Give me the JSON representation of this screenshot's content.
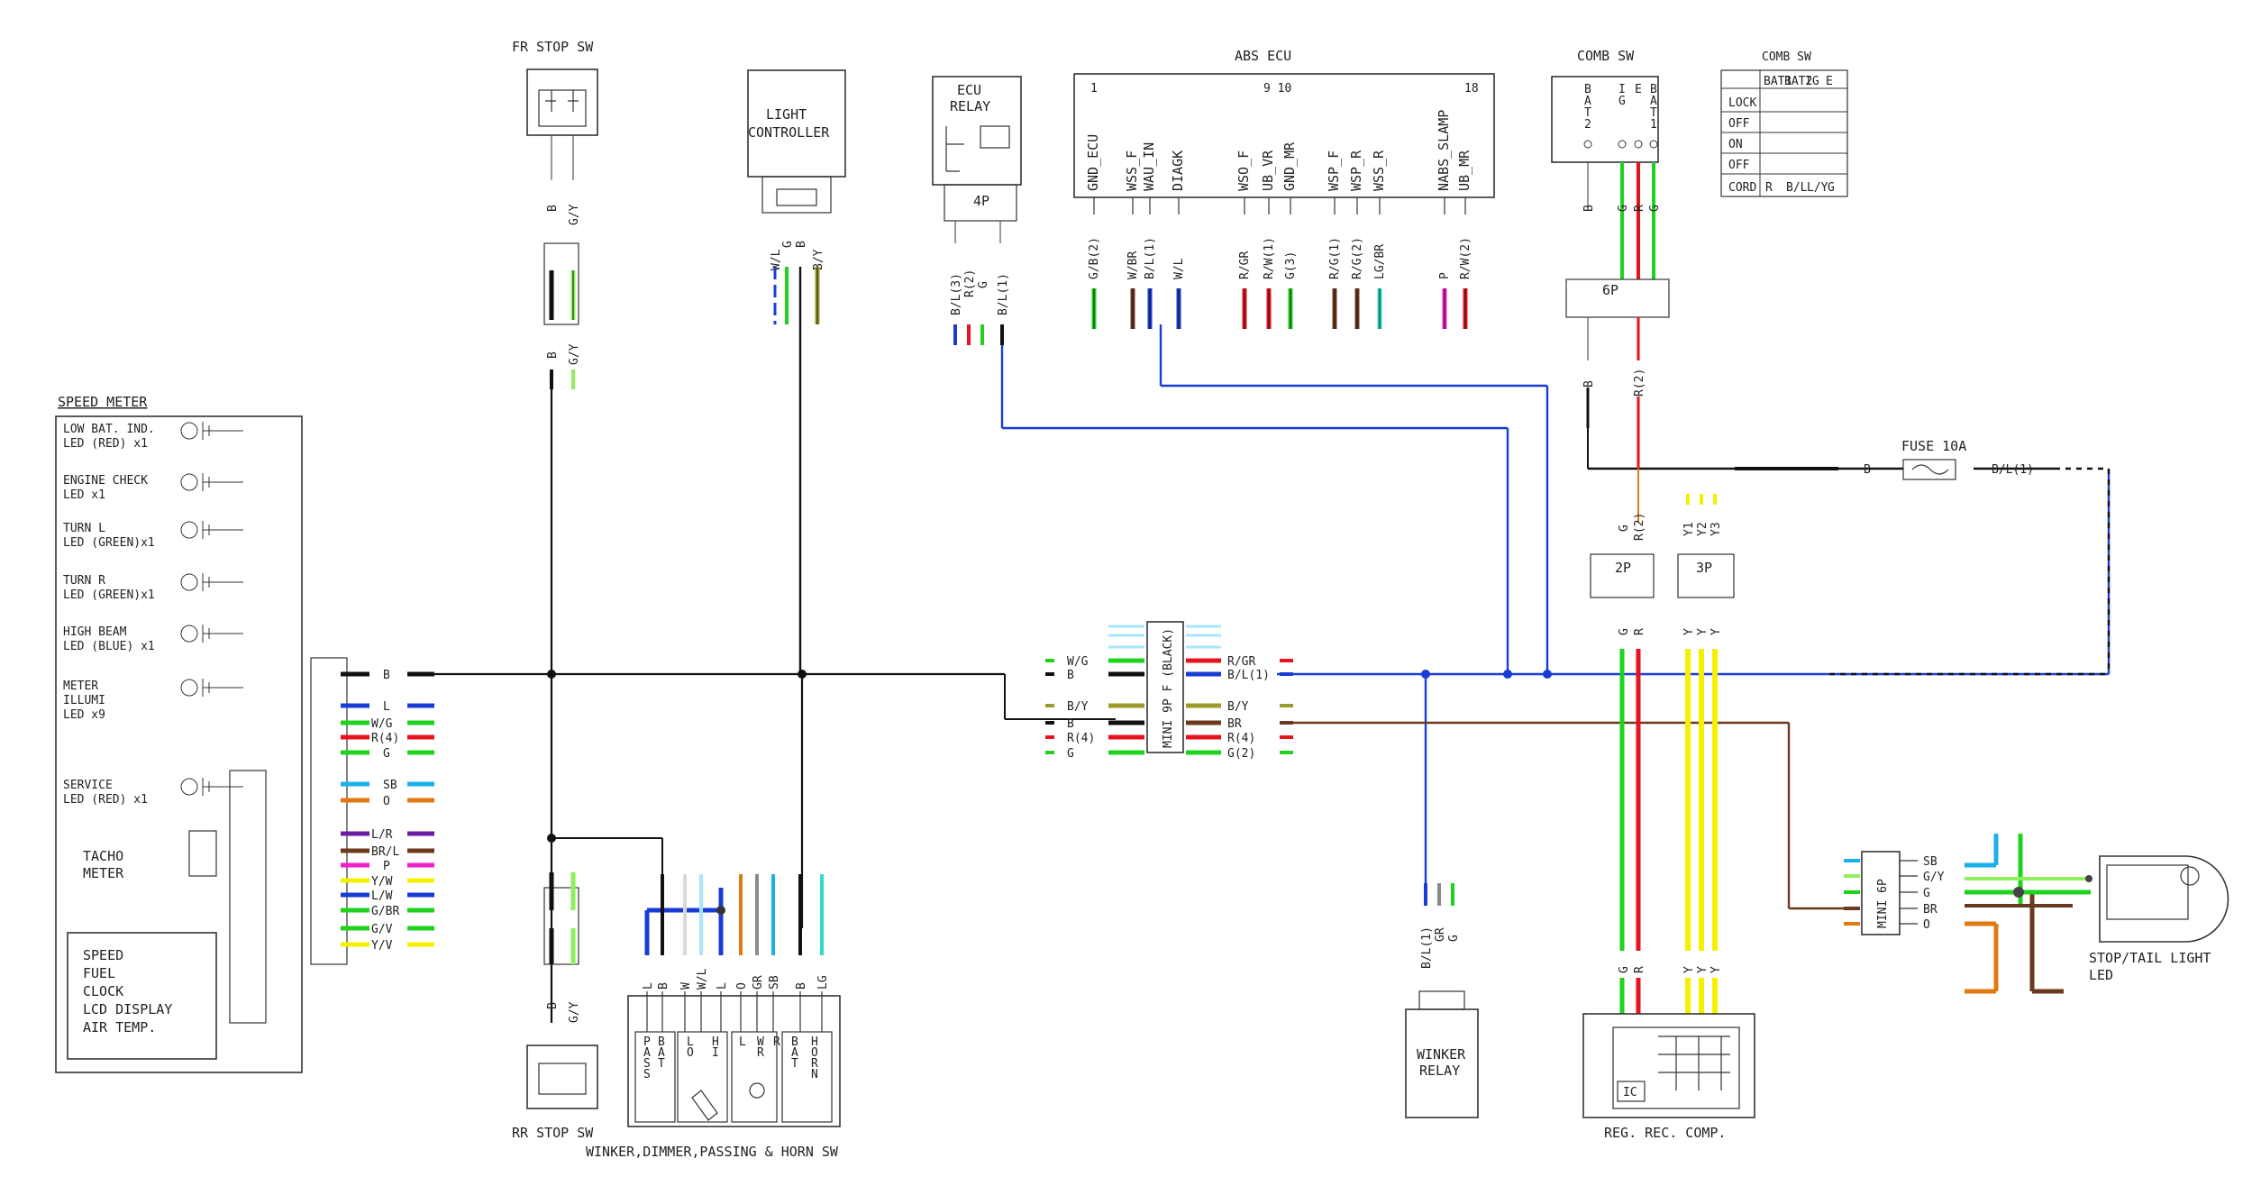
{
  "colors": {
    "black": "#111111",
    "blue": "#1a3cd6",
    "green": "#1ed21e",
    "red": "#e8121c",
    "yellow": "#f4f000",
    "brown": "#6b3a1e",
    "orange": "#e07a10",
    "skyblue": "#19b2e8",
    "gray": "#8a8a8a",
    "lightgreen": "#8ef05a",
    "pink": "#f020c8",
    "purple": "#6a1aa0",
    "white": "#d9d9d9",
    "lightblue": "#a9e6ff",
    "olive": "#9c9a2a",
    "teal": "#2fdcc4"
  },
  "labels": {
    "fr_stop_sw": "FR STOP SW",
    "rr_stop_sw": "RR STOP SW",
    "light_controller": [
      "LIGHT",
      "CONTROLLER"
    ],
    "ecu_relay": [
      "ECU",
      "RELAY"
    ],
    "ecu_relay_conn": "4P",
    "abs_ecu": "ABS ECU",
    "abs_pin_1": "1",
    "abs_pin_9_10": "9 10",
    "abs_pin_18": "18",
    "comb_sw": "COMB SW",
    "comb_sw_table_title": "COMB SW",
    "fuse": "FUSE 10A",
    "speed_meter": "SPEED METER",
    "mini9p": "MINI 9P F (BLACK)",
    "mini6p": "MINI 6P",
    "winker_relay": [
      "WINKER",
      "RELAY"
    ],
    "reg_rec": "REG. REC. COMP.",
    "reg_ic": "IC",
    "stop_tail": [
      "STOP/TAIL LIGHT",
      "LED"
    ],
    "handle_sw": "WINKER,DIMMER,PASSING & HORN SW",
    "conn_6p": "6P",
    "conn_2p": "2P",
    "conn_3p": "3P",
    "tacho": [
      "TACHO",
      "METER"
    ],
    "lcd_block": [
      "SPEED",
      "FUEL",
      "CLOCK",
      "LCD DISPLAY",
      "AIR TEMP."
    ]
  },
  "abs_pins": [
    "GND_ECU",
    "WSS_F",
    "WAU_IN",
    "DIAGK",
    "WSO_F",
    "UB_VR",
    "GND_MR",
    "WSP_F",
    "WSP_R",
    "WSS_R",
    "NABS_SLAMP",
    "UB_MR"
  ],
  "abs_wires": [
    "G/B(2)",
    "W/BR",
    "B/L(1)",
    "W/L",
    "R/GR",
    "R/W(1)",
    "G(3)",
    "R/G(1)",
    "R/G(2)",
    "LG/BR",
    "P",
    "R/W(2)"
  ],
  "ecu_relay_wires": [
    "B/L(3)",
    "R(2)",
    "G",
    "B/L(1)"
  ],
  "light_ctrl_wires": [
    "W/L",
    "G",
    "B",
    "B/Y"
  ],
  "fr_stop_wires": [
    "B",
    "G/Y"
  ],
  "rr_stop_wires": [
    "B",
    "G/Y"
  ],
  "comb_sw_pins": [
    "BAT2",
    "IG",
    "E",
    "BAT1"
  ],
  "comb_sw_wires": [
    "B",
    "G",
    "R",
    "G"
  ],
  "comb_sw_lower": [
    "B",
    "R(2)"
  ],
  "fuse_labels": [
    "B",
    "B/L(1)"
  ],
  "conn2p_wires": [
    "G",
    "R(2)"
  ],
  "conn3p_wires": [
    "Y1",
    "Y2",
    "Y3"
  ],
  "conn2p_lower": [
    "G",
    "R"
  ],
  "conn3p_lower": [
    "Y",
    "Y",
    "Y"
  ],
  "reg_rec_wires": [
    "G",
    "R",
    "Y",
    "Y",
    "Y"
  ],
  "winker_relay_wires": [
    "B/L(1)",
    "GR",
    "G"
  ],
  "meter_leds": [
    {
      "name": [
        "LOW BAT. IND.",
        "LED (RED)  x1"
      ]
    },
    {
      "name": [
        "ENGINE CHECK",
        "LED          x1"
      ]
    },
    {
      "name": [
        "TURN L",
        "LED (GREEN)x1"
      ]
    },
    {
      "name": [
        "TURN R",
        "LED (GREEN)x1"
      ]
    },
    {
      "name": [
        "HIGH BEAM",
        "LED (BLUE) x1"
      ]
    },
    {
      "name": [
        "METER",
        "ILLUMI",
        "LED      x9"
      ]
    },
    {
      "name": [
        "SERVICE",
        "LED (RED)  x1"
      ]
    }
  ],
  "meter_wires": [
    "B",
    "L",
    "W/G",
    "R(4)",
    "G",
    "SB",
    "O",
    "L/R",
    "BR/L",
    "P",
    "Y/W",
    "L/W",
    "G/BR",
    "G/V",
    "Y/V"
  ],
  "mini9p_left": [
    "W/G",
    "B",
    "B/Y",
    "B",
    "R(4)",
    "G"
  ],
  "mini9p_right": [
    "R/GR",
    "B/L(1)",
    "B/Y",
    "BR",
    "R(4)",
    "G(2)"
  ],
  "mini6p_wires": [
    "SB",
    "G/Y",
    "G",
    "BR",
    "O"
  ],
  "comb_table": {
    "cols": [
      "BAT1",
      "BAT2",
      "IG",
      "E"
    ],
    "rows": [
      "LOCK",
      "OFF",
      "ON",
      "OFF"
    ],
    "footer": [
      "CORD",
      "R",
      "B/L",
      "L/Y",
      "G"
    ]
  },
  "handle_sw_wires": [
    "L",
    "B",
    "W",
    "W/L",
    "L",
    "O",
    "GR",
    "SB",
    "B",
    "LG"
  ],
  "handle_sw_inner": [
    "PASS",
    "BAT",
    "LO",
    "HI",
    "L",
    "WR",
    "R",
    "BAT",
    "HORN"
  ]
}
